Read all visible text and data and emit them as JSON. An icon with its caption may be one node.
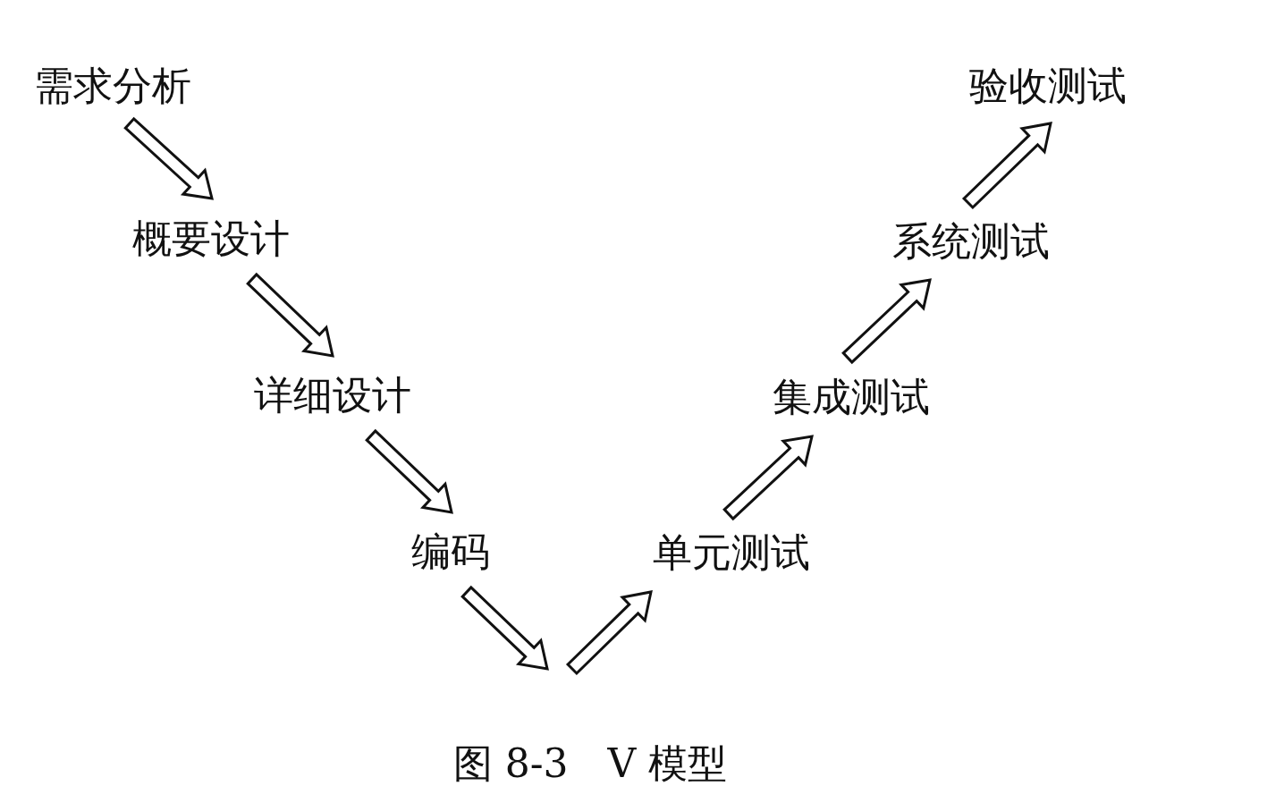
{
  "diagram": {
    "caption": "图 8-3　V 模型",
    "nodes": [
      {
        "text": [
          "需求分析"
        ]
      },
      {
        "text": [
          "概要设计"
        ]
      },
      {
        "text": [
          "详细设计"
        ]
      },
      {
        "text": [
          "编码"
        ]
      },
      {
        "text": [
          "单元测试"
        ]
      },
      {
        "text": [
          "集成测试"
        ]
      },
      {
        "text": [
          "系统测试"
        ]
      },
      {
        "text": [
          "验收测试"
        ]
      }
    ],
    "edges": [
      {
        "from": 0,
        "to": 1,
        "arrow": "to"
      },
      {
        "from": 1,
        "to": 2,
        "arrow": "to"
      },
      {
        "from": 2,
        "to": 3,
        "arrow": "to"
      },
      {
        "from": 3,
        "to": null,
        "arrow": "to"
      },
      {
        "from": null,
        "to": 4,
        "arrow": "to"
      },
      {
        "from": 4,
        "to": 5,
        "arrow": "to"
      },
      {
        "from": 5,
        "to": 6,
        "arrow": "to"
      },
      {
        "from": 6,
        "to": 7,
        "arrow": "to"
      }
    ]
  }
}
